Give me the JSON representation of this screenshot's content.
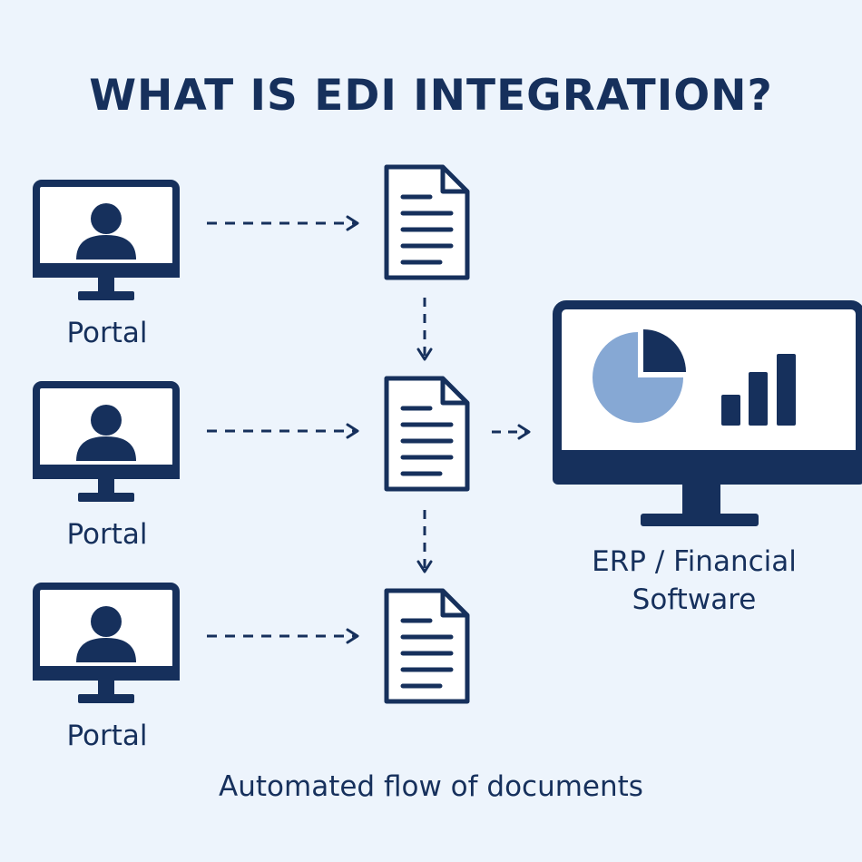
{
  "title": "WHAT IS EDI INTEGRATION?",
  "portals": [
    {
      "label": "Portal"
    },
    {
      "label": "Portal"
    },
    {
      "label": "Portal"
    }
  ],
  "erp": {
    "label_line1": "ERP / Financial",
    "label_line2": "Software"
  },
  "caption": "Automated flow of documents",
  "colors": {
    "background": "#edf4fc",
    "navy": "#16305c",
    "screen": "#ffffff",
    "pie_light": "#86a8d4"
  },
  "icons": [
    "monitor-icon",
    "user-icon",
    "document-icon",
    "arrow-icon",
    "pie-chart-icon",
    "bar-chart-icon"
  ]
}
